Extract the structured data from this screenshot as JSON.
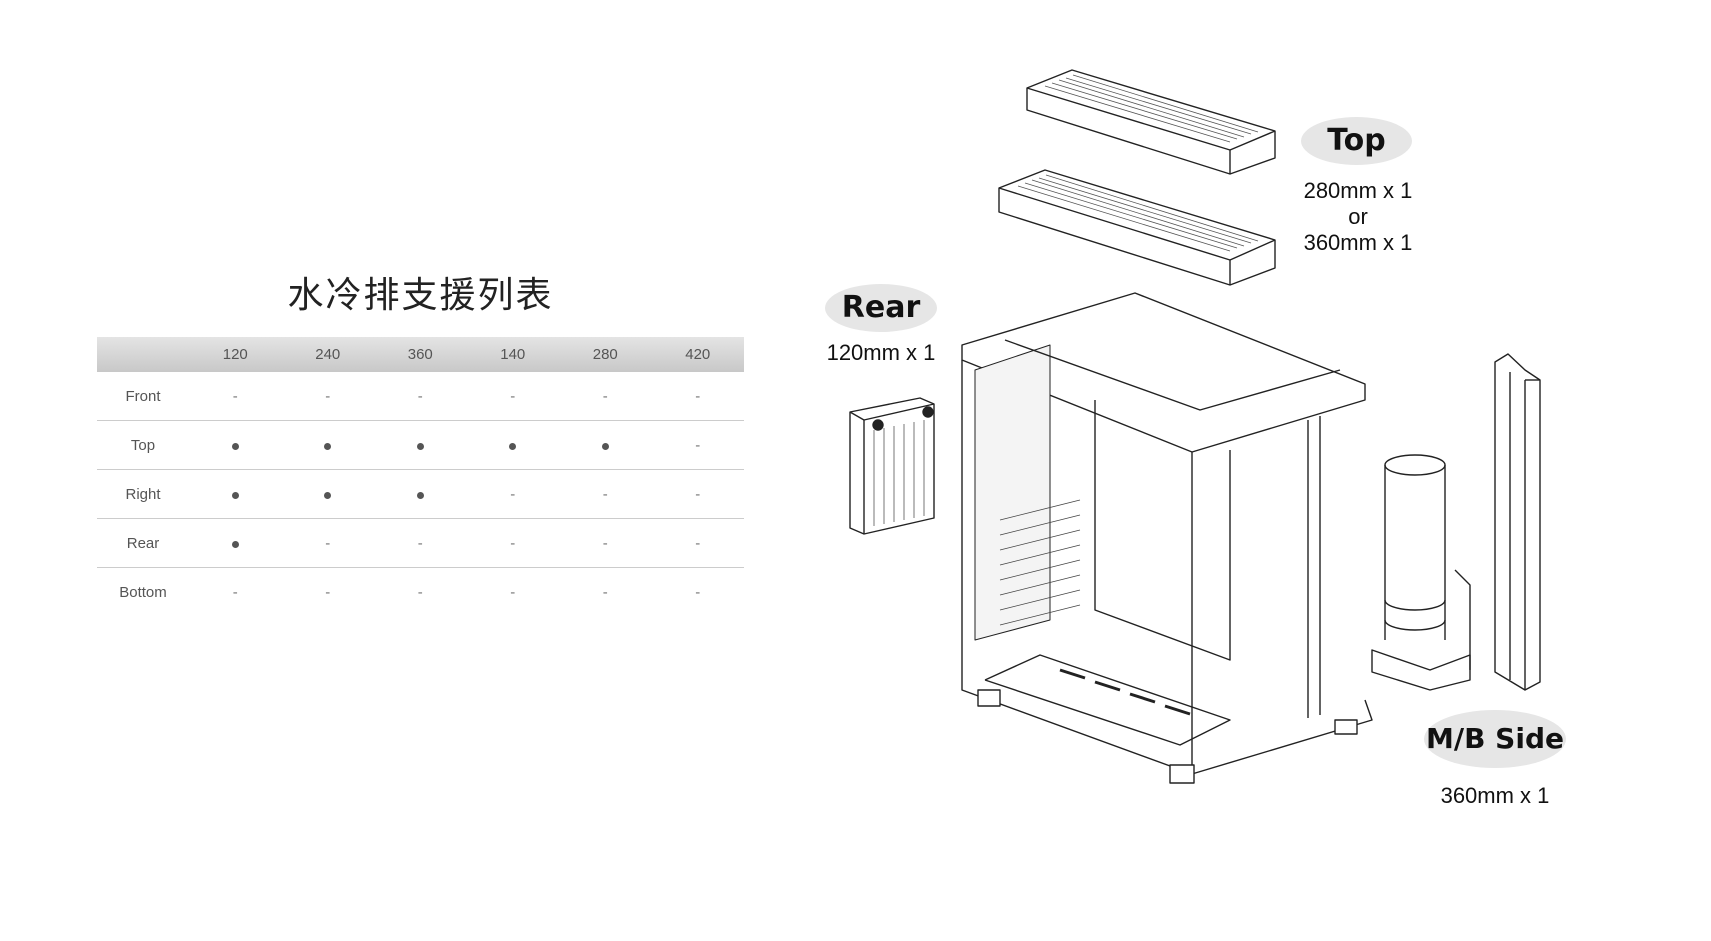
{
  "table": {
    "title": "水冷排支援列表",
    "columns": [
      "120",
      "240",
      "360",
      "140",
      "280",
      "420"
    ],
    "rows": [
      {
        "label": "Front",
        "cells": [
          "-",
          "-",
          "-",
          "-",
          "-",
          "-"
        ]
      },
      {
        "label": "Top",
        "cells": [
          "●",
          "●",
          "●",
          "●",
          "●",
          "-"
        ]
      },
      {
        "label": "Right",
        "cells": [
          "●",
          "●",
          "●",
          "-",
          "-",
          "-"
        ]
      },
      {
        "label": "Rear",
        "cells": [
          "●",
          "-",
          "-",
          "-",
          "-",
          "-"
        ]
      },
      {
        "label": "Bottom",
        "cells": [
          "-",
          "-",
          "-",
          "-",
          "-",
          "-"
        ]
      }
    ]
  },
  "diagram": {
    "top": {
      "label": "Top",
      "spec_line1": "280mm x 1",
      "spec_or": "or",
      "spec_line2": "360mm x 1"
    },
    "rear": {
      "label": "Rear",
      "spec": "120mm x 1"
    },
    "mb_side": {
      "label": "M/B Side",
      "spec": "360mm x 1"
    }
  }
}
